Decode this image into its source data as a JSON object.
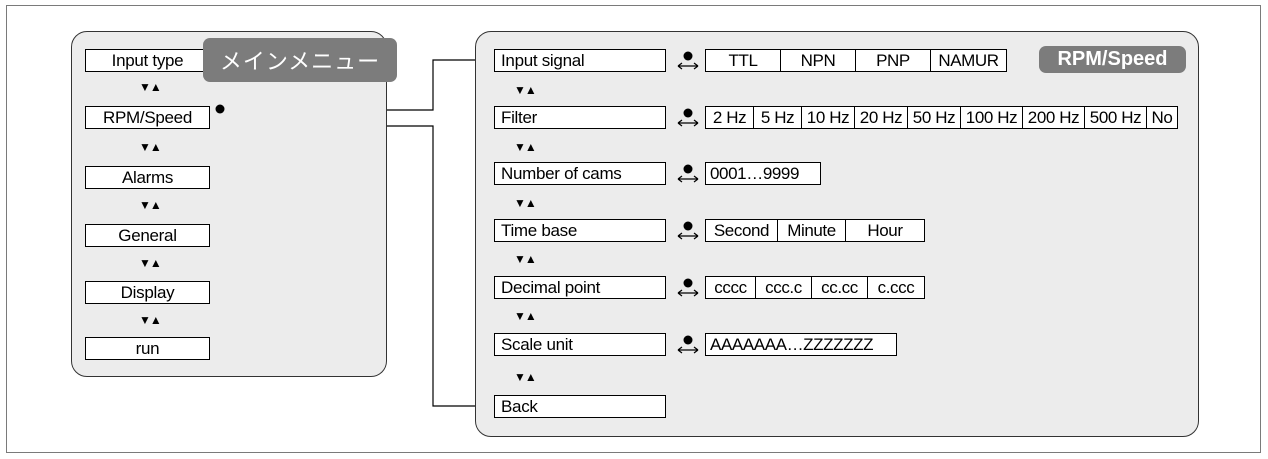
{
  "main_menu": {
    "badge": "メインメニュー",
    "items": [
      {
        "label": "Input type"
      },
      {
        "label": "RPM/Speed"
      },
      {
        "label": "Alarms"
      },
      {
        "label": "General"
      },
      {
        "label": "Display"
      },
      {
        "label": "run"
      }
    ],
    "nav_arrows": "▼▲"
  },
  "submenu": {
    "badge": "RPM/Speed",
    "nav_arrows": "▼▲",
    "rows": [
      {
        "label": "Input signal",
        "options": [
          "TTL",
          "NPN",
          "PNP",
          "NAMUR"
        ]
      },
      {
        "label": "Filter",
        "options": [
          "2 Hz",
          "5 Hz",
          "10 Hz",
          "20 Hz",
          "50 Hz",
          "100 Hz",
          "200 Hz",
          "500 Hz",
          "No"
        ]
      },
      {
        "label": "Number of cams",
        "options": [
          "0001…9999"
        ]
      },
      {
        "label": "Time base",
        "options": [
          "Second",
          "Minute",
          "Hour"
        ]
      },
      {
        "label": "Decimal point",
        "options": [
          "cccc",
          "ccc.c",
          "cc.cc",
          "c.ccc"
        ]
      },
      {
        "label": "Scale unit",
        "options": [
          "AAAAAAA…ZZZZZZZ"
        ]
      },
      {
        "label": "Back"
      }
    ]
  }
}
